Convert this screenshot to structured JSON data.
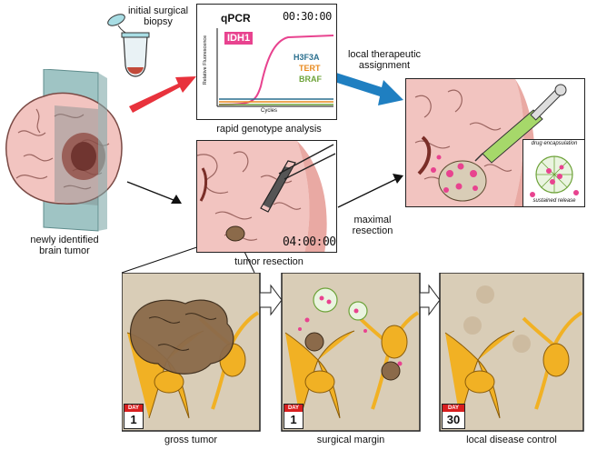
{
  "labels": {
    "initial_biopsy": "initial surgical\nbiopsy",
    "newly_identified": "newly identified\nbrain tumor",
    "rapid_genotype": "rapid genotype analysis",
    "tumor_resection": "tumor resection",
    "local_therapeutic": "local therapeutic\nassignment",
    "maximal_resection": "maximal\nresection",
    "drug_encapsulation": "drug encapsulation",
    "sustained_release": "sustained release",
    "gross_tumor": "gross tumor",
    "surgical_margin": "surgical margin",
    "local_disease_control": "local disease control"
  },
  "qpcr": {
    "title": "qPCR",
    "timer": "00:30:00",
    "gene_main": "IDH1",
    "genes": [
      "H3F3A",
      "TERT",
      "BRAF"
    ],
    "y_axis": "Relative Fluorescence",
    "x_axis": "Cycles"
  },
  "resection": {
    "timer": "04:00:00"
  },
  "days": [
    {
      "label": "DAY",
      "value": "1"
    },
    {
      "label": "DAY",
      "value": "1"
    },
    {
      "label": "DAY",
      "value": "30"
    }
  ],
  "colors": {
    "idh1": "#e8438f",
    "h3f3a": "#2a6f8e",
    "tert": "#e88a1e",
    "braf": "#6ea33a",
    "red_arrow": "#e8323c",
    "blue_arrow": "#1f7fc1",
    "brain_pink": "#f2c4c0",
    "panel_bg": "#d9cdb7",
    "neuron": "#f1b124"
  }
}
